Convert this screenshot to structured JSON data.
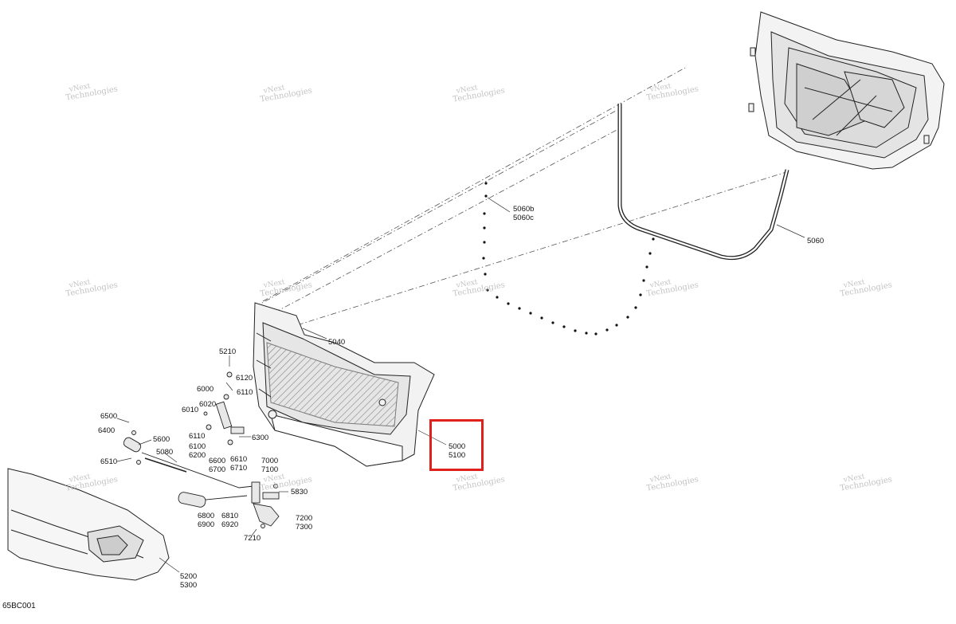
{
  "diagram": {
    "code": "65BC001",
    "highlight_color": "#e0201d",
    "watermark": {
      "line1": "vNext",
      "line2": "Technologies"
    },
    "labels": {
      "5060bc": [
        "5060b",
        "5060c"
      ],
      "5060": [
        "5060"
      ],
      "5040": [
        "5040"
      ],
      "5210": [
        "5210"
      ],
      "6120": [
        "6120"
      ],
      "6000": [
        "6000"
      ],
      "6110a": [
        "6110"
      ],
      "6020": [
        "6020"
      ],
      "6010": [
        "6010"
      ],
      "6110b": [
        "6110"
      ],
      "6100": [
        "6100",
        "6200"
      ],
      "6300": [
        "6300"
      ],
      "6500": [
        "6500"
      ],
      "6400": [
        "6400"
      ],
      "5600": [
        "5600"
      ],
      "6510": [
        "6510"
      ],
      "5080": [
        "5080"
      ],
      "6600": [
        "6600",
        "6700"
      ],
      "6610": [
        "6610",
        "6710"
      ],
      "7000": [
        "7000",
        "7100"
      ],
      "5830": [
        "5830"
      ],
      "6800": [
        "6800",
        "6900"
      ],
      "6810": [
        "6810",
        "6920"
      ],
      "7200": [
        "7200",
        "7300"
      ],
      "7210": [
        "7210"
      ],
      "5200": [
        "5200",
        "5300"
      ],
      "5000": [
        "5000",
        "5100"
      ]
    }
  }
}
